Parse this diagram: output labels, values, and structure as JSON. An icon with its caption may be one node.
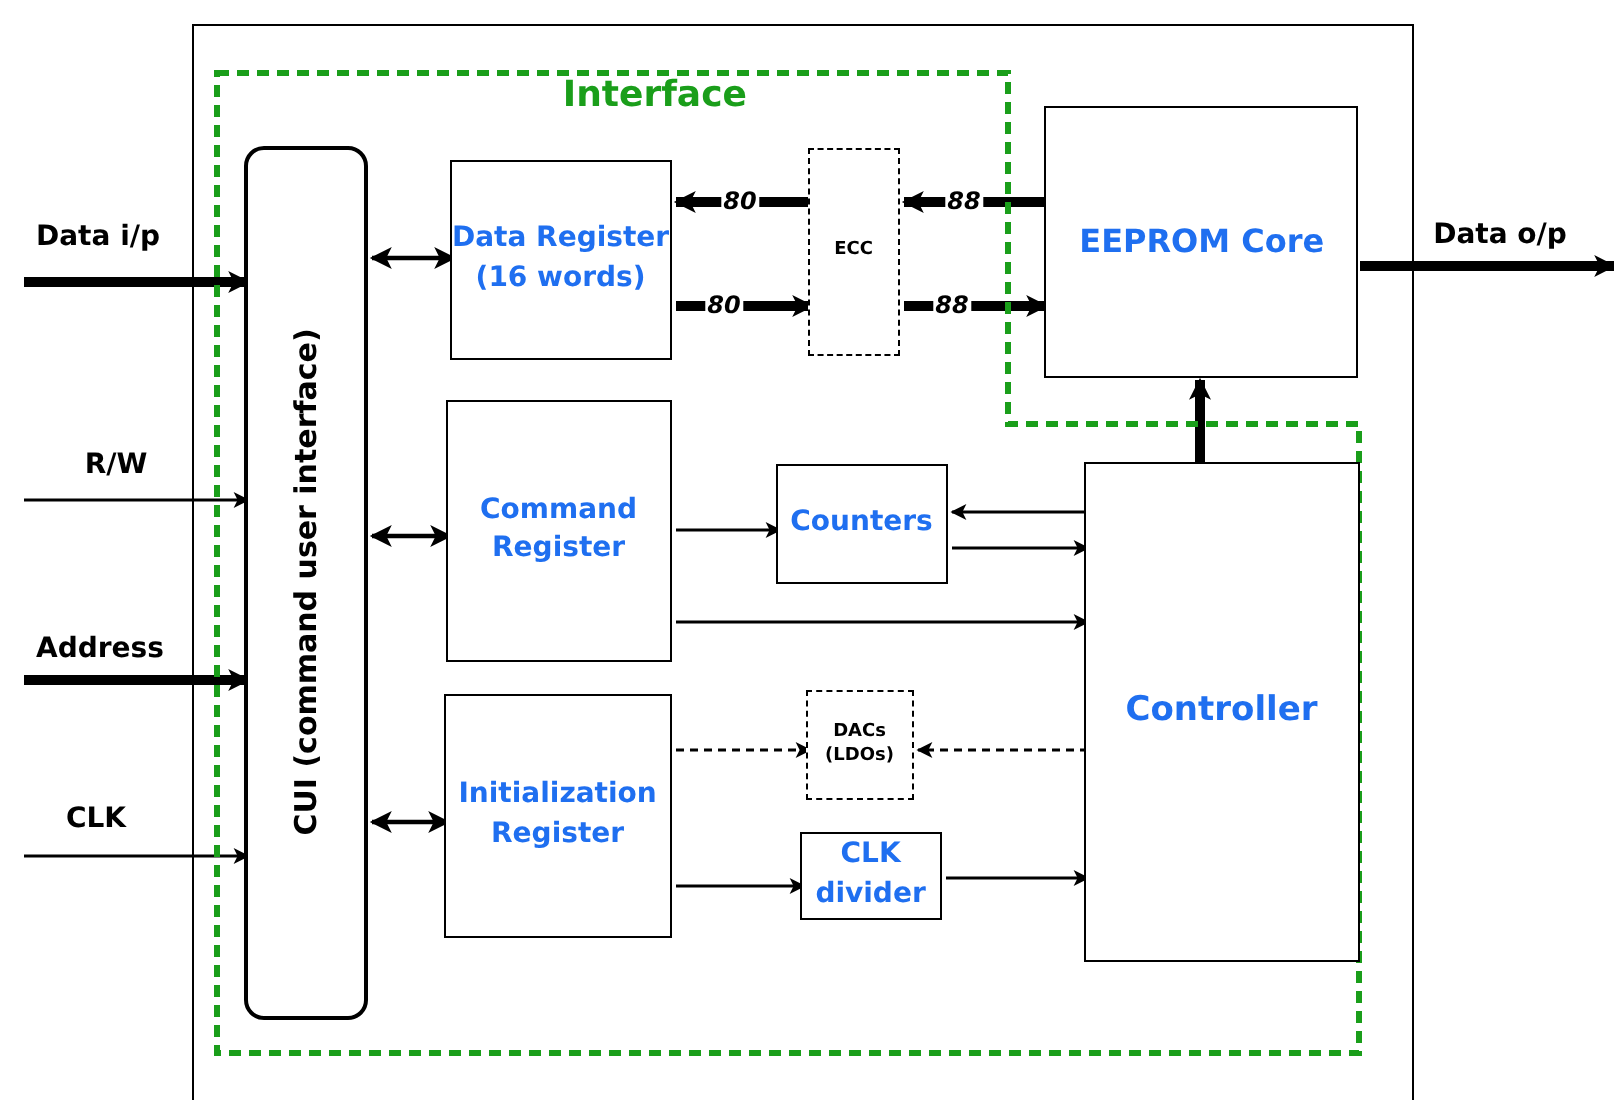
{
  "diagram": {
    "nodes": [
      {
        "text": [],
        "shape": "box"
      },
      {
        "text": [
          "Interface"
        ],
        "in": 0
      },
      {
        "text": [
          "CUI (command user interface)"
        ],
        "in": 1
      },
      {
        "text": [
          "Data Register (16 words)"
        ],
        "in": 1
      },
      {
        "text": [
          "ECC"
        ],
        "in": 1
      },
      {
        "text": [
          "EEPROM Core"
        ],
        "in": 0
      },
      {
        "text": [
          "Command Register"
        ],
        "in": 1
      },
      {
        "text": [
          "Counters"
        ],
        "in": 1
      },
      {
        "text": [
          "Controller"
        ],
        "in": 1
      },
      {
        "text": [
          "Initialization Register"
        ],
        "in": 1
      },
      {
        "text": [
          "DACs (LDOs)"
        ],
        "in": 1
      },
      {
        "text": [
          "CLK divider"
        ],
        "in": 1
      }
    ],
    "edges": [
      {
        "from": null,
        "to": 2,
        "arrow": "to",
        "label": "Data i/p",
        "style": "thick"
      },
      {
        "from": null,
        "to": 2,
        "arrow": "to",
        "label": "R/W"
      },
      {
        "from": null,
        "to": 2,
        "arrow": "to",
        "label": "Address",
        "style": "thick"
      },
      {
        "from": null,
        "to": 2,
        "arrow": "to",
        "label": "CLK"
      },
      {
        "from": 2,
        "to": 3,
        "arrow": "both"
      },
      {
        "from": 2,
        "to": 6,
        "arrow": "both"
      },
      {
        "from": 2,
        "to": 9,
        "arrow": "both"
      },
      {
        "from": 4,
        "to": 3,
        "arrow": "to",
        "label": "80",
        "style": "thick"
      },
      {
        "from": 3,
        "to": 4,
        "arrow": "to",
        "label": "80",
        "style": "thick"
      },
      {
        "from": 5,
        "to": 4,
        "arrow": "to",
        "label": "88",
        "style": "thick"
      },
      {
        "from": 4,
        "to": 5,
        "arrow": "to",
        "label": "88",
        "style": "thick"
      },
      {
        "from": 8,
        "to": 5,
        "arrow": "to",
        "style": "thick"
      },
      {
        "from": 5,
        "to": null,
        "arrow": "to",
        "label": "Data o/p",
        "style": "thick"
      },
      {
        "from": 6,
        "to": 7,
        "arrow": "to"
      },
      {
        "from": 8,
        "to": 7,
        "arrow": "to"
      },
      {
        "from": 7,
        "to": 8,
        "arrow": "to"
      },
      {
        "from": 6,
        "to": 8,
        "arrow": "to"
      },
      {
        "from": 9,
        "to": 10,
        "arrow": "to",
        "style": "dashed"
      },
      {
        "from": 8,
        "to": 10,
        "arrow": "to",
        "style": "dashed"
      },
      {
        "from": 9,
        "to": 11,
        "arrow": "to"
      },
      {
        "from": 11,
        "to": 8,
        "arrow": "to"
      }
    ]
  }
}
